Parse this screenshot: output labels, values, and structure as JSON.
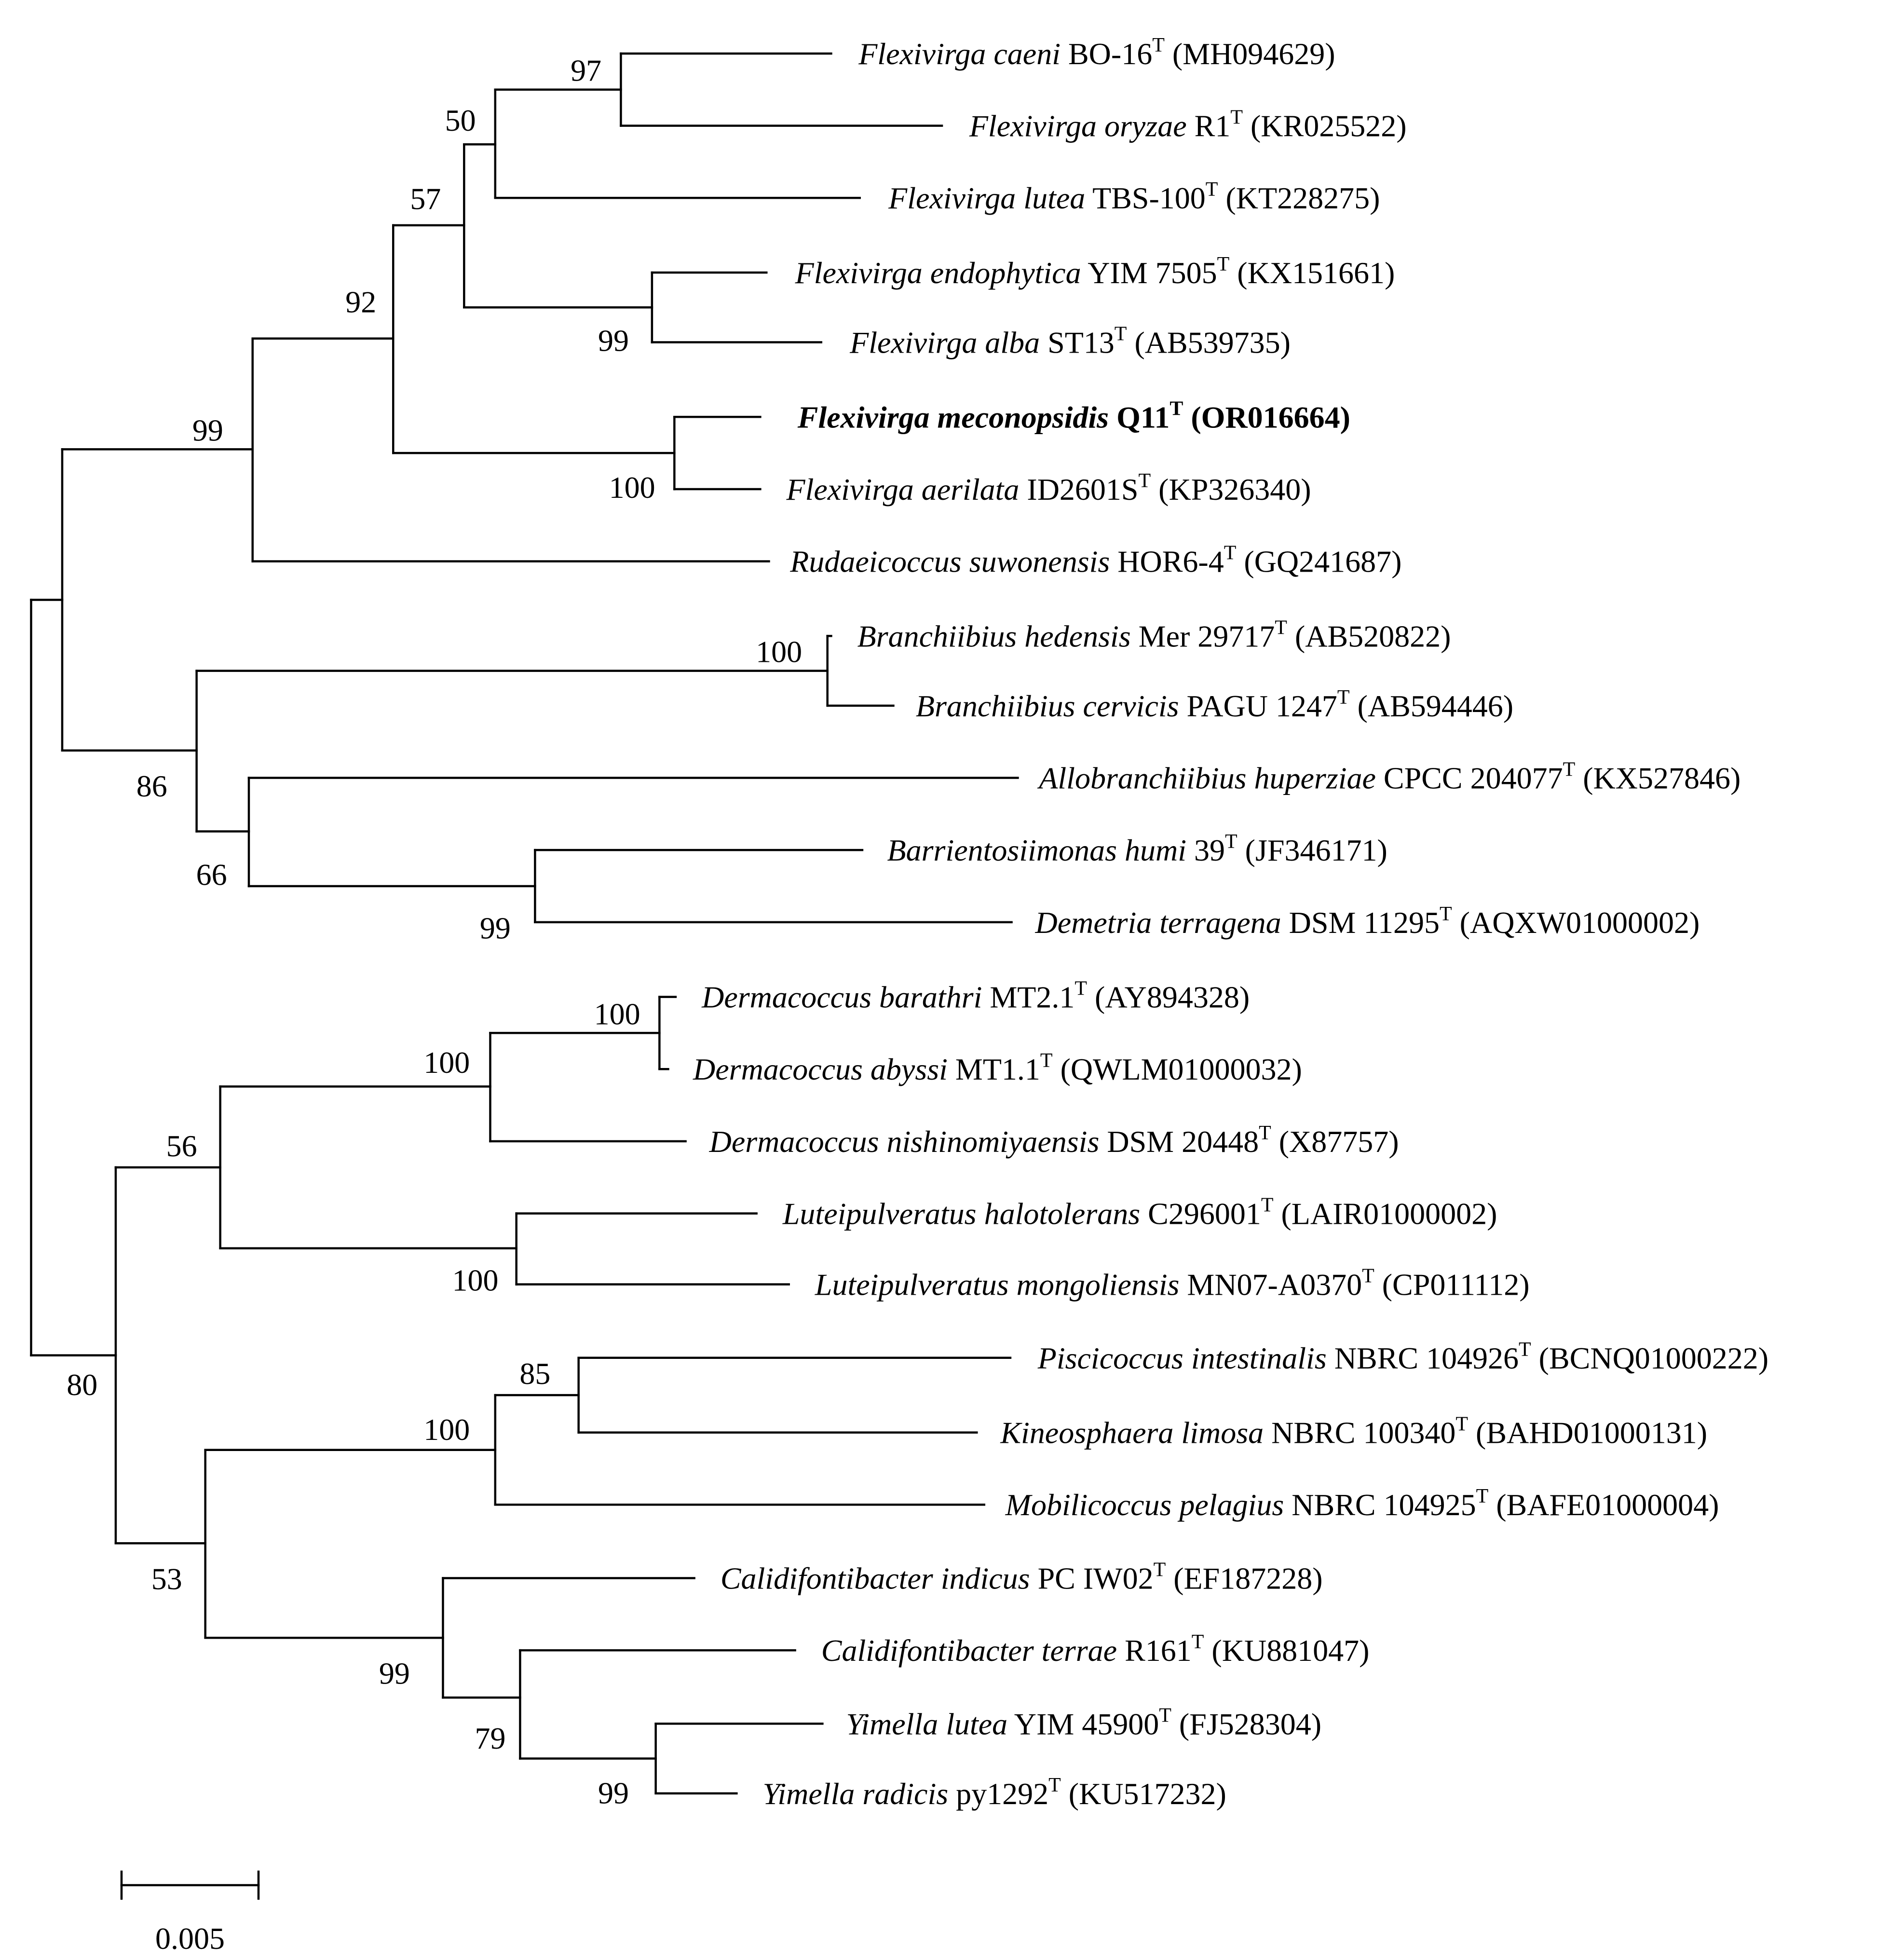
{
  "tree": {
    "taxa": {
      "f_caeni": {
        "genus_species": "Flexivirga caeni",
        "strain": " BO-16",
        "sup": "T",
        "accession": " (MH094629)"
      },
      "f_oryzae": {
        "genus_species": "Flexivirga oryzae",
        "strain": " R1",
        "sup": "T",
        "accession": " (KR025522)"
      },
      "f_lutea": {
        "genus_species": "Flexivirga lutea",
        "strain": " TBS-100",
        "sup": "T",
        "accession": " (KT228275)"
      },
      "f_endo": {
        "genus_species": "Flexivirga endophytica",
        "strain": " YIM 7505",
        "sup": "T",
        "accession": " (KX151661)"
      },
      "f_alba": {
        "genus_species": "Flexivirga alba",
        "strain": " ST13",
        "sup": "T",
        "accession": " (AB539735)"
      },
      "f_mecon": {
        "genus_species": "Flexivirga meconopsidis",
        "strain": " Q11",
        "sup": "T",
        "accession": " (OR016664)",
        "bold": true
      },
      "f_aeril": {
        "genus_species": "Flexivirga aerilata",
        "strain": " ID2601S",
        "sup": "T",
        "accession": " (KP326340)"
      },
      "r_suwon": {
        "genus_species": "Rudaeicoccus suwonensis",
        "strain": " HOR6-4",
        "sup": "T",
        "accession": " (GQ241687)"
      },
      "b_hed": {
        "genus_species": "Branchiibius hedensis",
        "strain": " Mer 29717",
        "sup": "T",
        "accession": " (AB520822)"
      },
      "b_cerv": {
        "genus_species": "Branchiibius cervicis",
        "strain": " PAGU 1247",
        "sup": "T",
        "accession": " (AB594446)"
      },
      "a_hup": {
        "genus_species": "Allobranchiibius huperziae",
        "strain": " CPCC 204077",
        "sup": "T",
        "accession": " (KX527846)"
      },
      "b_humi": {
        "genus_species": "Barrientosiimonas humi",
        "strain": " 39",
        "sup": "T",
        "accession": " (JF346171)"
      },
      "d_terr": {
        "genus_species": "Demetria terragena",
        "strain": " DSM 11295",
        "sup": "T",
        "accession": " (AQXW01000002)"
      },
      "d_bar": {
        "genus_species": "Dermacoccus barathri",
        "strain": " MT2.1",
        "sup": "T",
        "accession": " (AY894328)"
      },
      "d_aby": {
        "genus_species": "Dermacoccus abyssi",
        "strain": " MT1.1",
        "sup": "T",
        "accession": " (QWLM01000032)"
      },
      "d_nish": {
        "genus_species": "Dermacoccus nishinomiyaensis",
        "strain": " DSM 20448",
        "sup": "T",
        "accession": " (X87757)"
      },
      "l_halo": {
        "genus_species": "Luteipulveratus halotolerans",
        "strain": " C296001",
        "sup": "T",
        "accession": " (LAIR01000002)"
      },
      "l_mong": {
        "genus_species": "Luteipulveratus mongoliensis",
        "strain": " MN07-A0370",
        "sup": "T",
        "accession": " (CP011112)"
      },
      "p_int": {
        "genus_species": "Piscicoccus intestinalis",
        "strain": " NBRC 104926",
        "sup": "T",
        "accession": " (BCNQ01000222)"
      },
      "k_lim": {
        "genus_species": "Kineosphaera limosa",
        "strain": " NBRC 100340",
        "sup": "T",
        "accession": " (BAHD01000131)"
      },
      "m_pel": {
        "genus_species": "Mobilicoccus pelagius",
        "strain": " NBRC 104925",
        "sup": "T",
        "accession": " (BAFE01000004)"
      },
      "c_ind": {
        "genus_species": "Calidifontibacter indicus",
        "strain": " PC IW02",
        "sup": "T",
        "accession": " (EF187228)"
      },
      "c_terr": {
        "genus_species": "Calidifontibacter terrae",
        "strain": " R161",
        "sup": "T",
        "accession": " (KU881047)"
      },
      "y_lutea": {
        "genus_species": "Yimella lutea",
        "strain": " YIM 45900",
        "sup": "T",
        "accession": " (FJ528304)"
      },
      "y_rad": {
        "genus_species": "Yimella radicis",
        "strain": " py1292",
        "sup": "T",
        "accession": " (KU517232)"
      }
    },
    "support": {
      "n_caeni_oryzae": "97",
      "n_flex3": "50",
      "n_flex5": "57",
      "n_flex7": "92",
      "n_endo_alba": "99",
      "n_mecon_aeril": "100",
      "n_rud": "99",
      "n_branch": "100",
      "n_86": "86",
      "n_66": "66",
      "n_barr": "99",
      "n_derm2": "100",
      "n_derm3": "100",
      "n_56": "56",
      "n_lut": "100",
      "n_85": "85",
      "n_100b": "100",
      "n_80": "80",
      "n_53": "53",
      "n_99c": "99",
      "n_79": "79",
      "n_yim": "99"
    },
    "scale_bar": {
      "label": "0.005"
    }
  }
}
